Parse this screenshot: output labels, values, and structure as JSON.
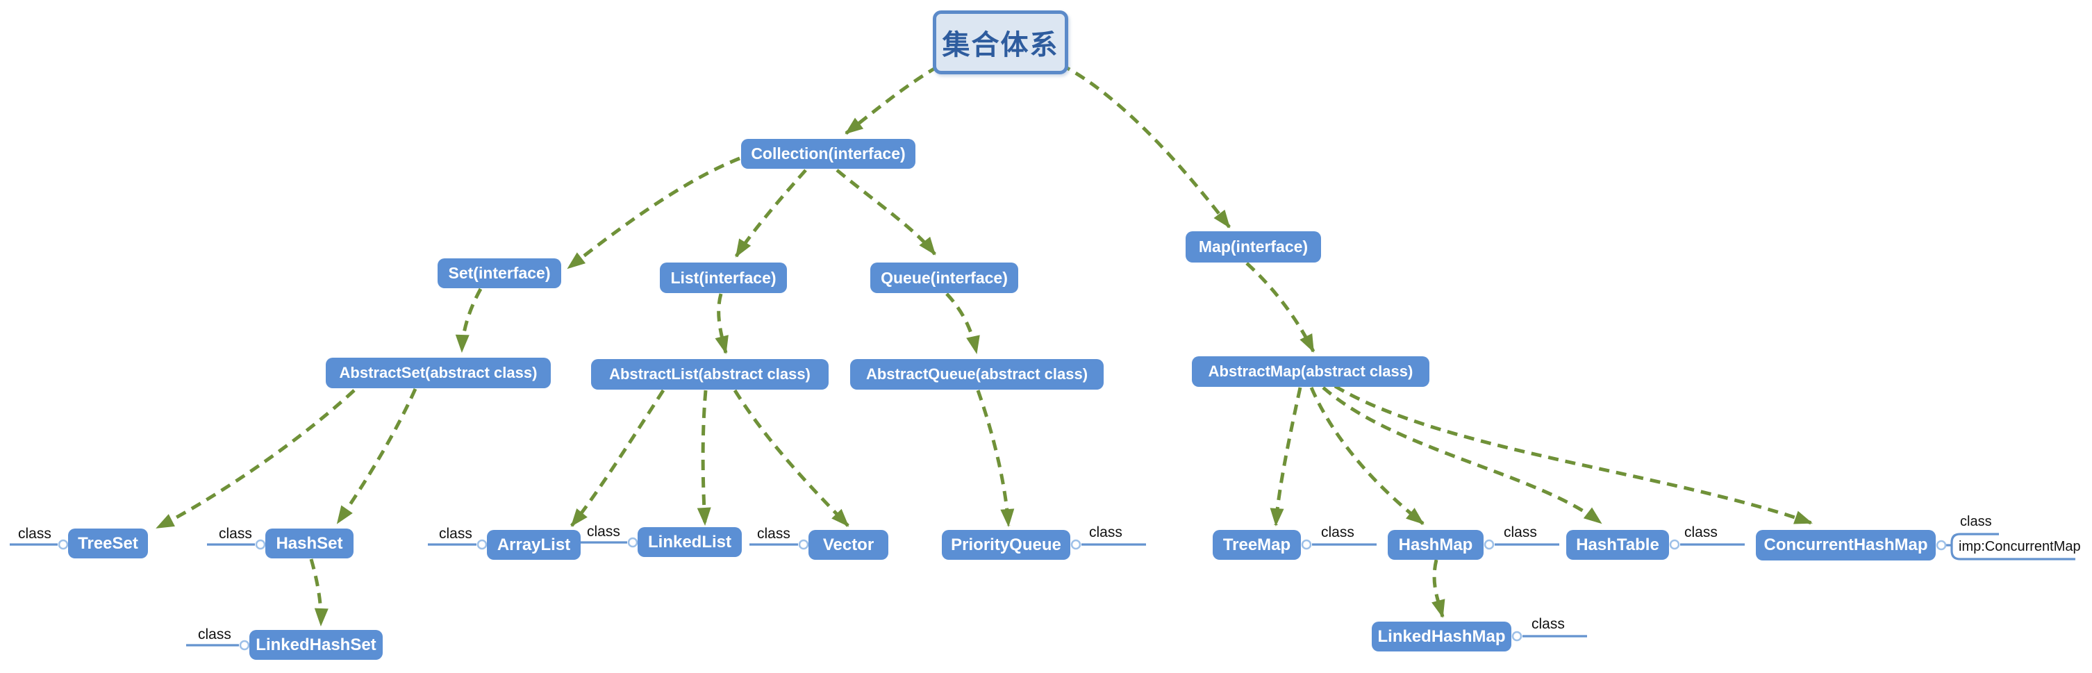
{
  "diagram": {
    "root": {
      "label": "集合体系"
    },
    "nodes": {
      "collection": {
        "label": "Collection(interface)"
      },
      "set": {
        "label": "Set(interface)"
      },
      "list": {
        "label": "List(interface)"
      },
      "queue": {
        "label": "Queue(interface)"
      },
      "map": {
        "label": "Map(interface)"
      },
      "abstractset": {
        "label": "AbstractSet(abstract class)"
      },
      "abstractlist": {
        "label": "AbstractList(abstract class)"
      },
      "abstractqueue": {
        "label": "AbstractQueue(abstract class)"
      },
      "abstractmap": {
        "label": "AbstractMap(abstract class)"
      },
      "treeset": {
        "label": "TreeSet"
      },
      "hashset": {
        "label": "HashSet"
      },
      "linkedhashset": {
        "label": "LinkedHashSet"
      },
      "arraylist": {
        "label": "ArrayList"
      },
      "linkedlist": {
        "label": "LinkedList"
      },
      "vector": {
        "label": "Vector"
      },
      "priorityqueue": {
        "label": "PriorityQueue"
      },
      "treemap": {
        "label": "TreeMap"
      },
      "hashmap": {
        "label": "HashMap"
      },
      "linkedhashmap": {
        "label": "LinkedHashMap"
      },
      "hashtable": {
        "label": "HashTable"
      },
      "concurrenthashmap": {
        "label": "ConcurrentHashMap"
      }
    },
    "callout_label": "class",
    "concurrenthashmap_callout": {
      "line1": "class",
      "line2": "imp:ConcurrentMap"
    },
    "callouts": [
      {
        "node": "treeset",
        "side": "left",
        "text": "class"
      },
      {
        "node": "hashset",
        "side": "left",
        "text": "class"
      },
      {
        "node": "linkedhashset",
        "side": "left",
        "text": "class"
      },
      {
        "node": "arraylist",
        "side": "left",
        "text": "class"
      },
      {
        "node": "linkedlist",
        "side": "left",
        "text": "class"
      },
      {
        "node": "vector",
        "side": "left",
        "text": "class"
      },
      {
        "node": "priorityqueue",
        "side": "right",
        "text": "class"
      },
      {
        "node": "treemap",
        "side": "right",
        "text": "class"
      },
      {
        "node": "hashmap",
        "side": "right",
        "text": "class"
      },
      {
        "node": "linkedhashmap",
        "side": "right",
        "text": "class"
      },
      {
        "node": "hashtable",
        "side": "right",
        "text": "class"
      },
      {
        "node": "concurrenthashmap",
        "side": "right",
        "text": "class / imp:ConcurrentMap"
      }
    ],
    "edges": [
      {
        "from": "root",
        "to": "collection"
      },
      {
        "from": "root",
        "to": "map"
      },
      {
        "from": "collection",
        "to": "set"
      },
      {
        "from": "collection",
        "to": "list"
      },
      {
        "from": "collection",
        "to": "queue"
      },
      {
        "from": "set",
        "to": "abstractset"
      },
      {
        "from": "list",
        "to": "abstractlist"
      },
      {
        "from": "queue",
        "to": "abstractqueue"
      },
      {
        "from": "map",
        "to": "abstractmap"
      },
      {
        "from": "abstractset",
        "to": "treeset"
      },
      {
        "from": "abstractset",
        "to": "hashset"
      },
      {
        "from": "hashset",
        "to": "linkedhashset"
      },
      {
        "from": "abstractlist",
        "to": "arraylist"
      },
      {
        "from": "abstractlist",
        "to": "linkedlist"
      },
      {
        "from": "abstractlist",
        "to": "vector"
      },
      {
        "from": "abstractqueue",
        "to": "priorityqueue"
      },
      {
        "from": "abstractmap",
        "to": "treemap"
      },
      {
        "from": "abstractmap",
        "to": "hashmap"
      },
      {
        "from": "abstractmap",
        "to": "hashtable"
      },
      {
        "from": "abstractmap",
        "to": "concurrenthashmap"
      },
      {
        "from": "hashmap",
        "to": "linkedhashmap"
      }
    ],
    "colors": {
      "node_fill": "#5B8FD4",
      "node_text": "#FFFFFF",
      "root_fill": "#DCE6F2",
      "root_border": "#5B8AC9",
      "root_text": "#2E5C9E",
      "connector": "#6F9138",
      "callout_line": "#6493CF",
      "callout_text": "#111111",
      "background": "#FFFFFF"
    }
  }
}
